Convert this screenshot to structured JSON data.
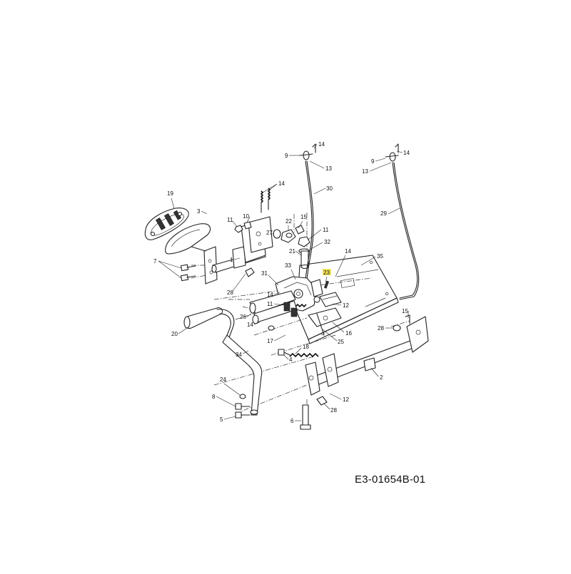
{
  "document_code": "E3-01654B-01",
  "callouts": [
    {
      "id": "c1",
      "label": "1"
    },
    {
      "id": "c2",
      "label": "2"
    },
    {
      "id": "c3",
      "label": "3"
    },
    {
      "id": "c4",
      "label": "4"
    },
    {
      "id": "c5",
      "label": "5"
    },
    {
      "id": "c6",
      "label": "6"
    },
    {
      "id": "c7",
      "label": "7"
    },
    {
      "id": "c8",
      "label": "8"
    },
    {
      "id": "c9a",
      "label": "9"
    },
    {
      "id": "c9b",
      "label": "9"
    },
    {
      "id": "c10",
      "label": "10"
    },
    {
      "id": "c11a",
      "label": "11"
    },
    {
      "id": "c11b",
      "label": "11"
    },
    {
      "id": "c11c",
      "label": "11"
    },
    {
      "id": "c12a",
      "label": "12"
    },
    {
      "id": "c12b",
      "label": "12"
    },
    {
      "id": "c13a",
      "label": "13"
    },
    {
      "id": "c13b",
      "label": "13"
    },
    {
      "id": "c14a",
      "label": "14"
    },
    {
      "id": "c14b",
      "label": "14"
    },
    {
      "id": "c14c",
      "label": "14"
    },
    {
      "id": "c14d",
      "label": "14"
    },
    {
      "id": "c14e",
      "label": "14"
    },
    {
      "id": "c14f",
      "label": "14"
    },
    {
      "id": "c15a",
      "label": "15"
    },
    {
      "id": "c15b",
      "label": "15"
    },
    {
      "id": "c16",
      "label": "16"
    },
    {
      "id": "c17",
      "label": "17"
    },
    {
      "id": "c18",
      "label": "18"
    },
    {
      "id": "c19",
      "label": "19"
    },
    {
      "id": "c20",
      "label": "20"
    },
    {
      "id": "c21",
      "label": "21"
    },
    {
      "id": "c22",
      "label": "22"
    },
    {
      "id": "c23",
      "label": "23",
      "highlighted": true
    },
    {
      "id": "c24",
      "label": "24"
    },
    {
      "id": "c25",
      "label": "25"
    },
    {
      "id": "c26",
      "label": "26"
    },
    {
      "id": "c27",
      "label": "27"
    },
    {
      "id": "c28a",
      "label": "28"
    },
    {
      "id": "c28b",
      "label": "28"
    },
    {
      "id": "c28c",
      "label": "28"
    },
    {
      "id": "c29",
      "label": "29"
    },
    {
      "id": "c30",
      "label": "30"
    },
    {
      "id": "c31",
      "label": "31"
    },
    {
      "id": "c32",
      "label": "32"
    },
    {
      "id": "c33",
      "label": "33"
    },
    {
      "id": "c34",
      "label": "34"
    },
    {
      "id": "c35",
      "label": "35"
    }
  ],
  "colors": {
    "line": "#222222",
    "highlight": "#f2e25a",
    "background": "#ffffff"
  }
}
